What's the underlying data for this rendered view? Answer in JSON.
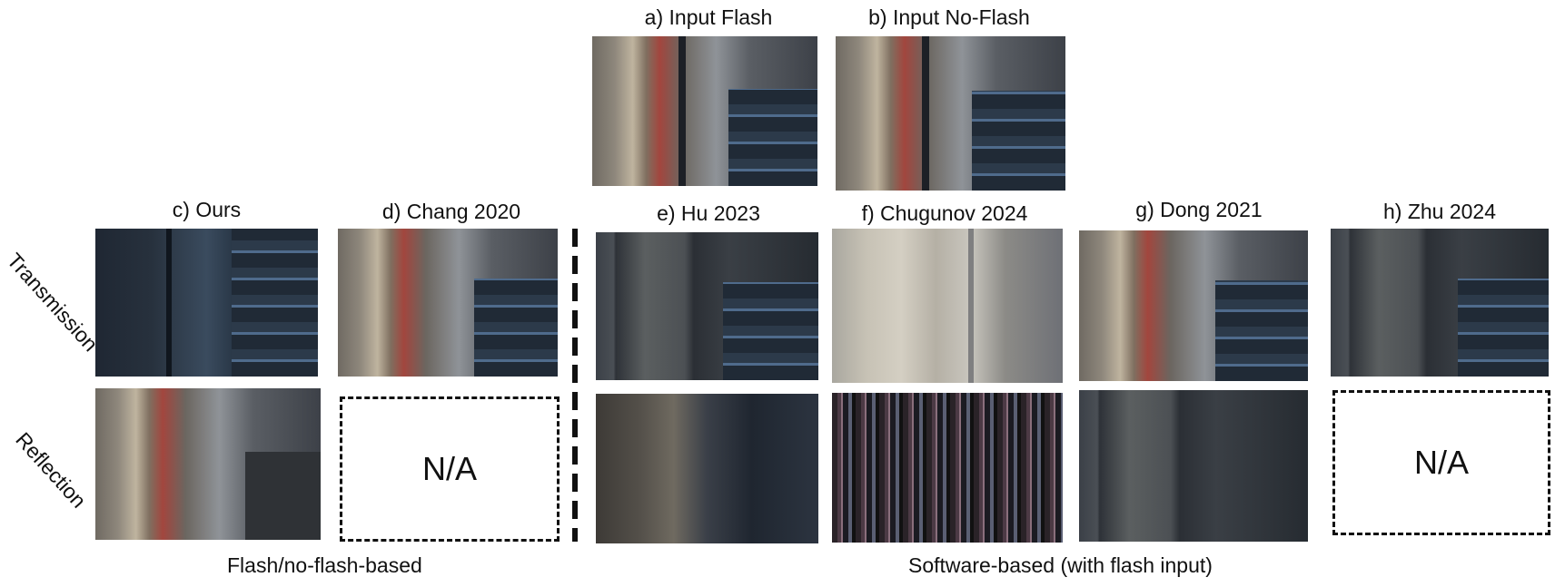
{
  "figure": {
    "panels": {
      "a": "a) Input Flash",
      "b": "b) Input No-Flash",
      "c": "c) Ours",
      "d": "d) Chang 2020",
      "e": "e) Hu 2023",
      "f": "f) Chugunov 2024",
      "g": "g) Dong 2021",
      "h": "h) Zhu 2024"
    },
    "rows": {
      "transmission": "Transmission",
      "reflection": "Reflection"
    },
    "na_text": "N/A",
    "captions": {
      "left": "Flash/no-flash-based",
      "right": "Software-based (with flash input)"
    }
  }
}
